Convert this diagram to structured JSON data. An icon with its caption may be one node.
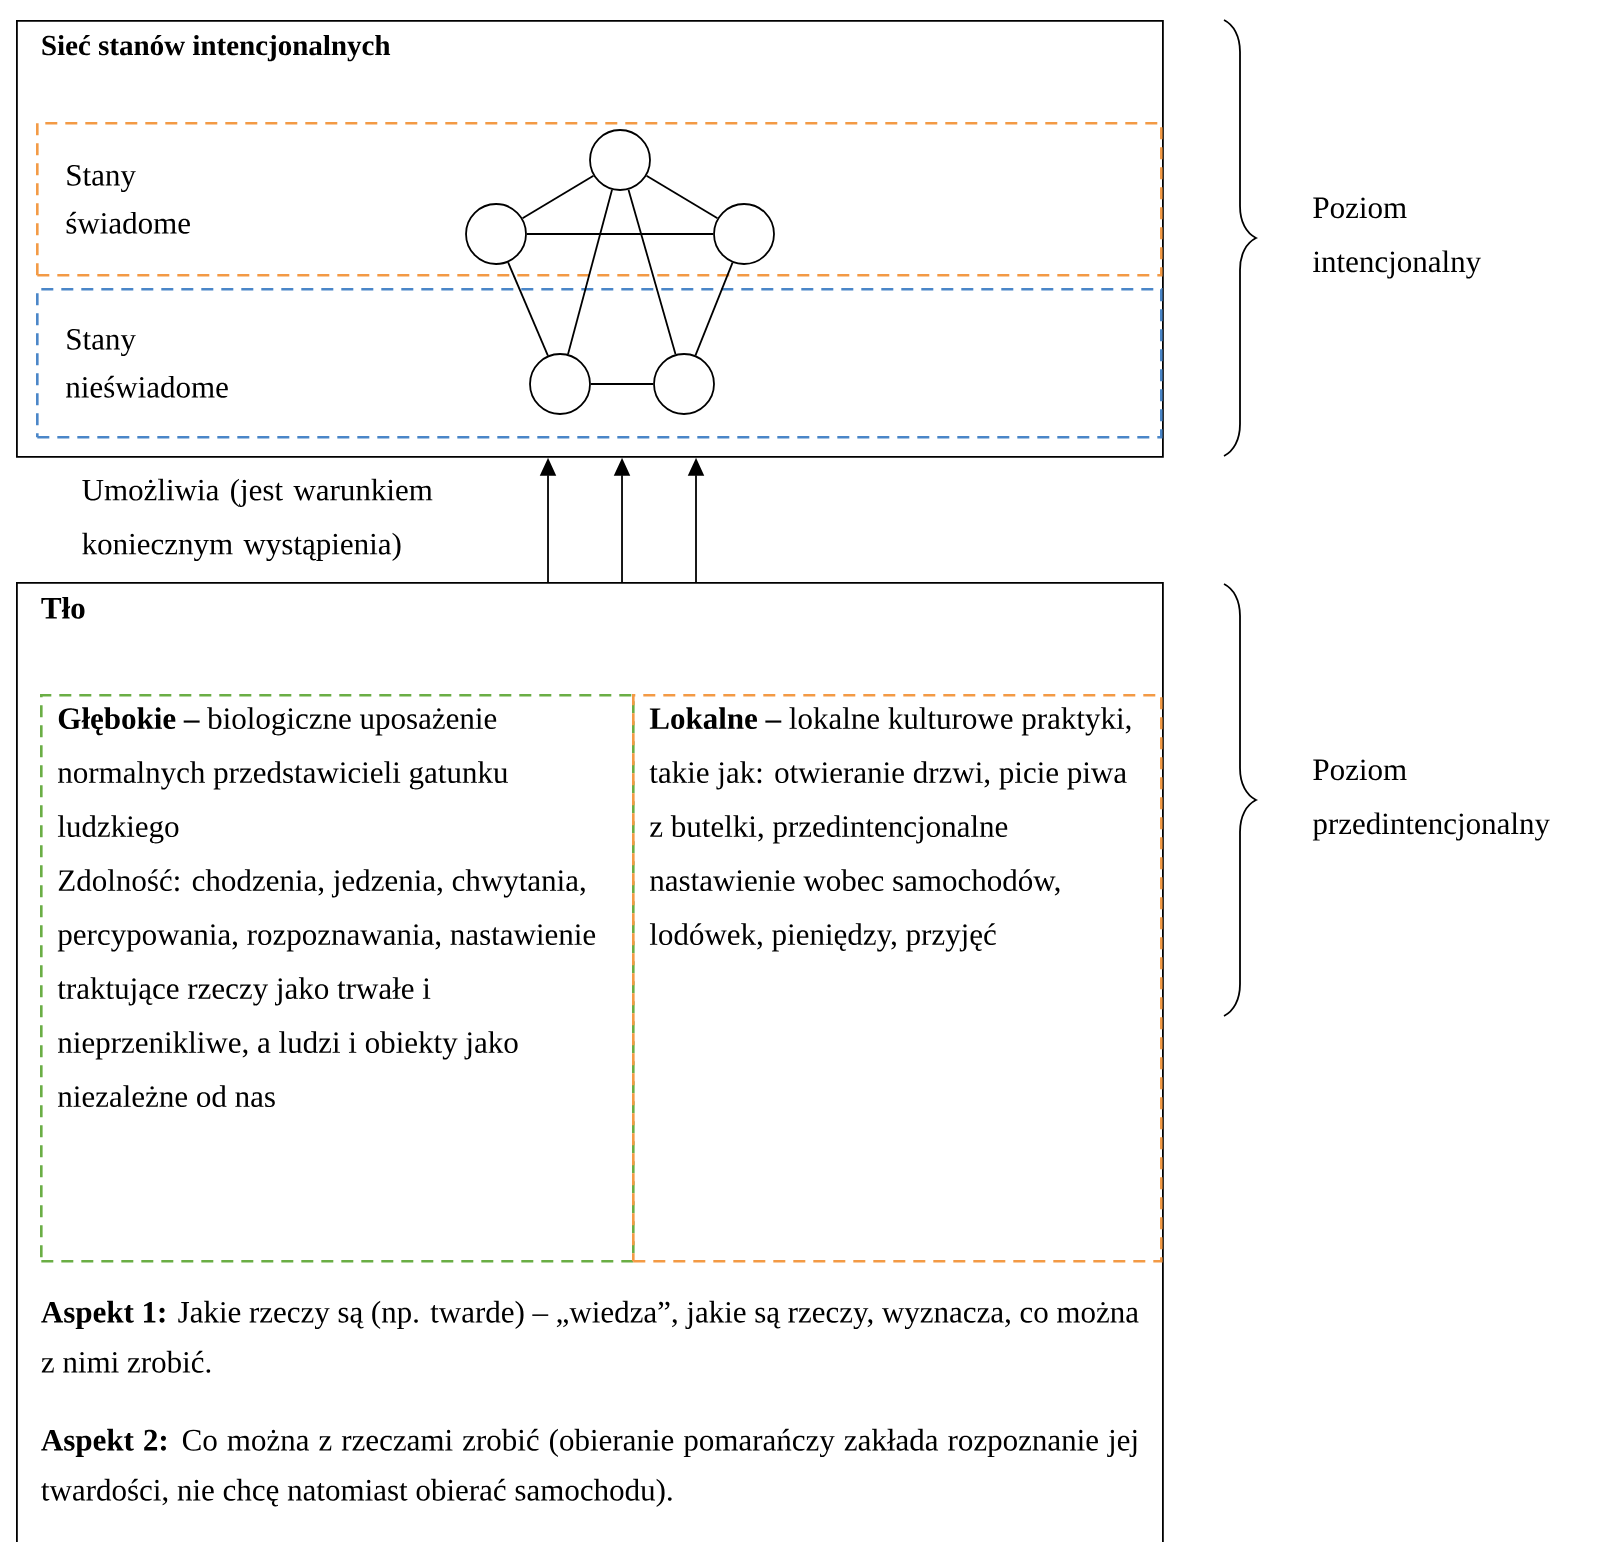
{
  "diagram": {
    "nodes": [
      {
        "text": [
          "Sieć stanów intencjonalnych"
        ]
      },
      {
        "text": [
          "Stany świadome"
        ],
        "in": 0
      },
      {
        "text": [
          "Stany nieświadome"
        ],
        "in": 0
      },
      {
        "text": [],
        "shape": "circle",
        "in": 1
      },
      {
        "text": [],
        "shape": "circle",
        "in": 1
      },
      {
        "text": [],
        "shape": "circle",
        "in": 1
      },
      {
        "text": [],
        "shape": "circle",
        "in": 2
      },
      {
        "text": [],
        "shape": "circle",
        "in": 2
      },
      {
        "text": [
          "Tło",
          "**Aspekt 1:** Jakie rzeczy są (np. twarde) – „wiedza”, jakie są rzeczy, wyznacza, co można z nimi zrobić.",
          "**Aspekt 2:** Co można z rzeczami zrobić (obieranie pomarańczy zakłada rozpoznanie jej twardości, nie chcę natomiast obierać samochodu)."
        ]
      },
      {
        "text": [
          "**Głębokie –** biologiczne uposażenie normalnych przedstawicieli gatunku ludzkiego",
          "Zdolność: chodzenia, jedzenia, chwytania, percypowania, rozpoznawania, nastawienie traktujące rzeczy jako trwałe i nieprzenikliwe, a ludzi i obiekty jako niezależne od nas"
        ],
        "in": 8
      },
      {
        "text": [
          "**Lokalne –** lokalne kulturowe praktyki, takie jak: otwieranie drzwi, picie piwa z butelki, przedintencjonalne nastawienie wobec samochodów, lodówek, pieniędzy, przyjęć"
        ],
        "in": 8
      }
    ],
    "edges": [
      {
        "from": 3,
        "to": 4,
        "arrow": "none"
      },
      {
        "from": 3,
        "to": 5,
        "arrow": "none"
      },
      {
        "from": 4,
        "to": 5,
        "arrow": "none"
      },
      {
        "from": 3,
        "to": 6,
        "arrow": "none"
      },
      {
        "from": 3,
        "to": 7,
        "arrow": "none"
      },
      {
        "from": 4,
        "to": 6,
        "arrow": "none"
      },
      {
        "from": 5,
        "to": 7,
        "arrow": "none"
      },
      {
        "from": 6,
        "to": 7,
        "arrow": "none"
      },
      {
        "from": 8,
        "to": 0,
        "arrow": "to",
        "label": "Umożliwia (jest warunkiem koniecznym wystąpienia)"
      },
      {
        "from": 8,
        "to": 0,
        "arrow": "to"
      },
      {
        "from": 8,
        "to": 0,
        "arrow": "to"
      }
    ],
    "labels": [
      "Poziom intencjonalny",
      "Poziom przedintencjonalny"
    ]
  }
}
